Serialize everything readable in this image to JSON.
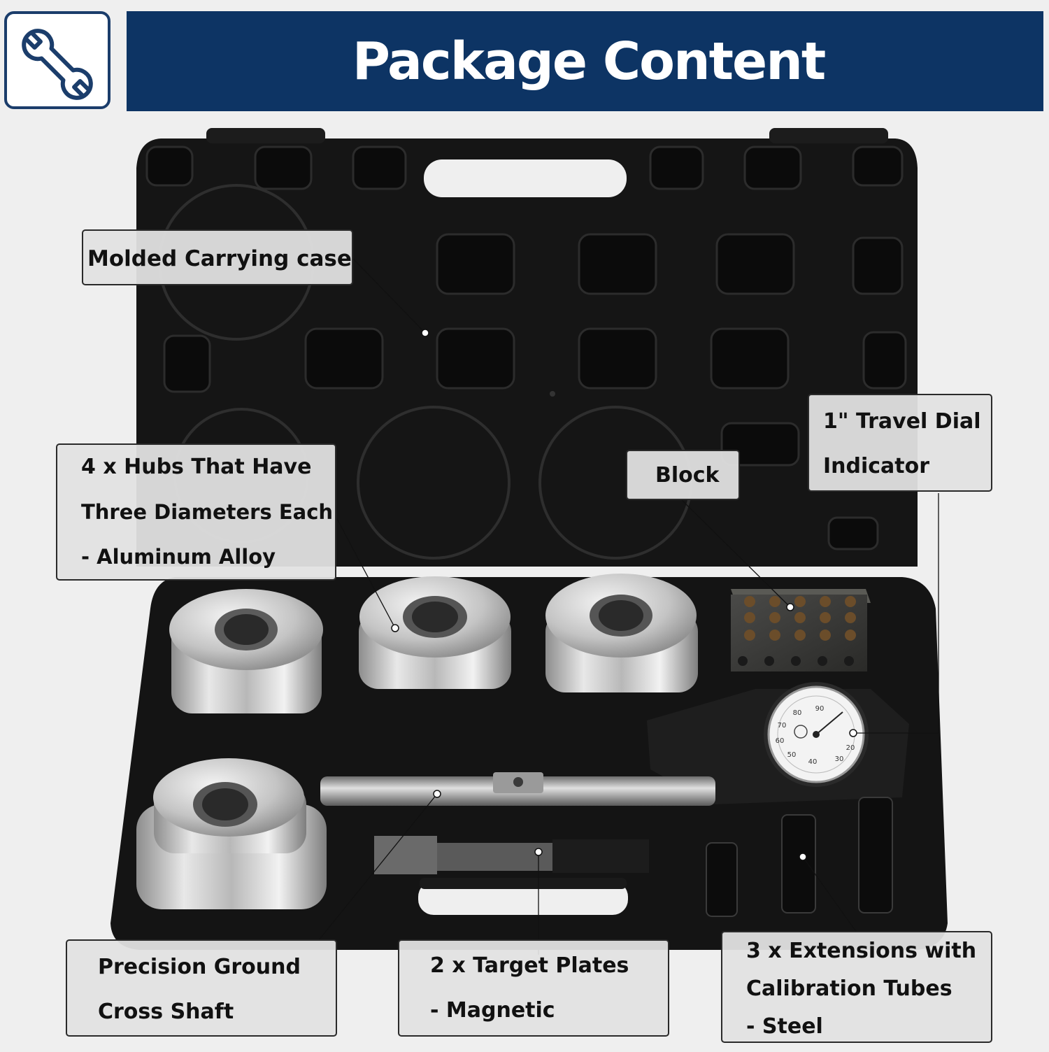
{
  "header": {
    "title": "Package Content"
  },
  "icons": {
    "header_icon": "wrench-icon"
  },
  "colors": {
    "banner": "#0d3464",
    "case": "#121212",
    "metal": "#c9c9c9"
  },
  "callouts": {
    "case": {
      "line1": "Molded Carrying case"
    },
    "hubs": {
      "line1": "4 x Hubs That Have",
      "line2": "Three Diameters Each",
      "line3": "- Aluminum Alloy"
    },
    "block": {
      "line1": "Block"
    },
    "dial": {
      "line1": "1\" Travel Dial",
      "line2": "Indicator"
    },
    "shaft": {
      "line1": "Precision Ground",
      "line2": "Cross Shaft"
    },
    "plates": {
      "line1": "2 x Target Plates",
      "line2": "- Magnetic"
    },
    "extensions": {
      "line1": "3 x Extensions with",
      "line2": "Calibration Tubes",
      "line3": "- Steel"
    }
  },
  "dial_face": {
    "ticks": [
      "80",
      "90",
      "70",
      "60",
      "50",
      "40",
      "30",
      "20"
    ]
  }
}
